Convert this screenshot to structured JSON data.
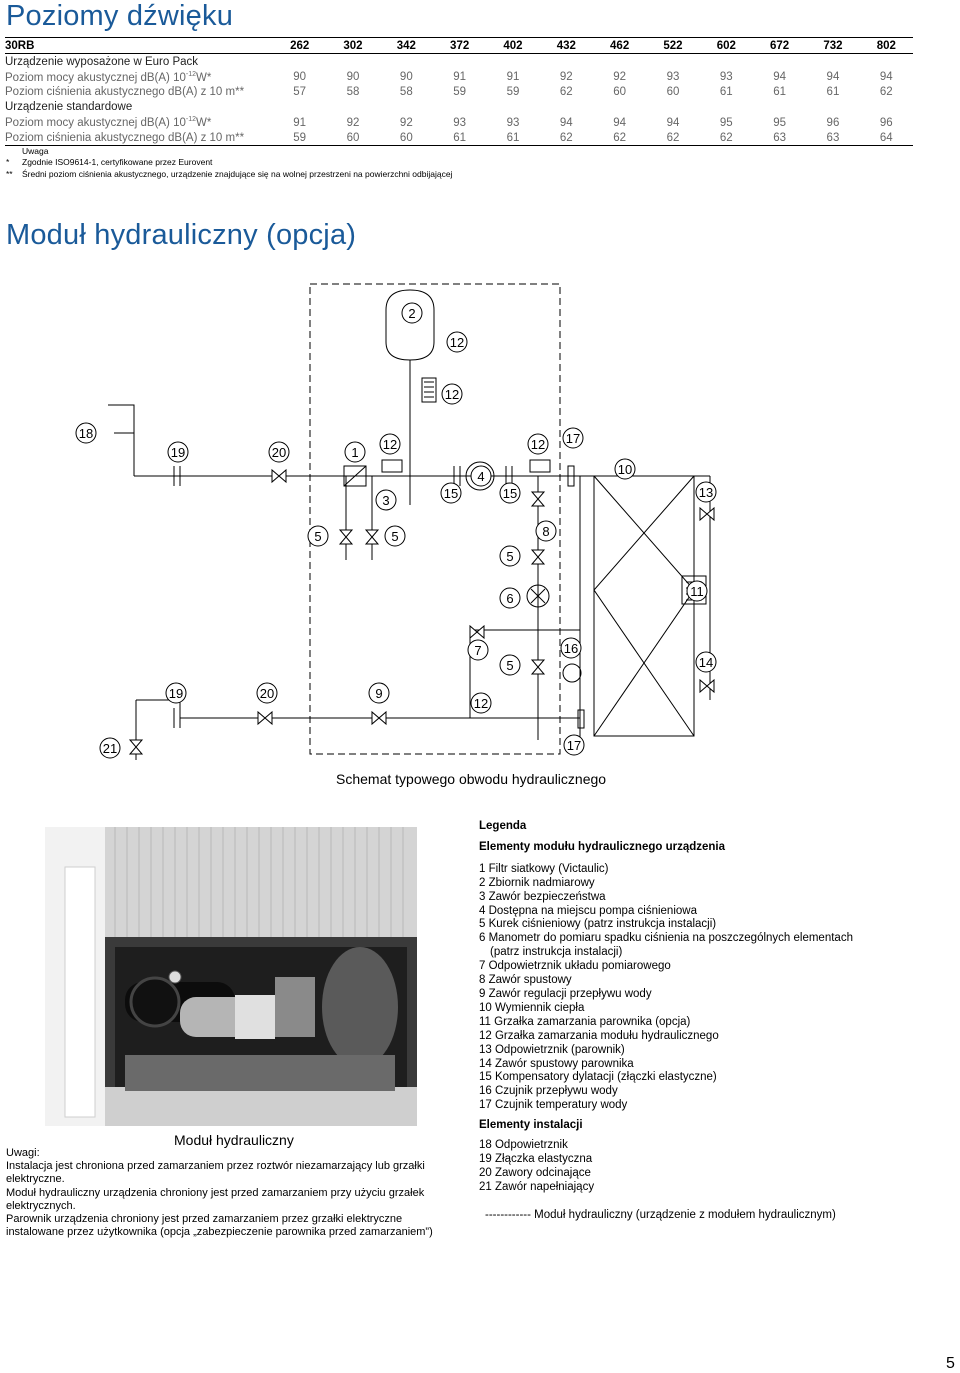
{
  "page": {
    "title": "Poziomy dźwięku",
    "page_number": "5"
  },
  "sound_table": {
    "model_label": "30RB",
    "sizes": [
      "262",
      "302",
      "342",
      "372",
      "402",
      "432",
      "462",
      "522",
      "602",
      "672",
      "732",
      "802"
    ],
    "groups": [
      {
        "name": "Urządzenie wyposażone w Euro Pack",
        "rows": [
          {
            "label": "Poziom mocy akustycznej dB(A) 10",
            "sup": "-12",
            "suffix": "W*",
            "values": [
              "90",
              "90",
              "90",
              "91",
              "91",
              "92",
              "92",
              "93",
              "93",
              "94",
              "94",
              "94"
            ]
          },
          {
            "label": "Poziom ciśnienia akustycznego dB(A) z 10 m**",
            "sup": "",
            "suffix": "",
            "values": [
              "57",
              "58",
              "58",
              "59",
              "59",
              "62",
              "60",
              "60",
              "61",
              "61",
              "61",
              "62"
            ]
          }
        ]
      },
      {
        "name": "Urządzenie standardowe",
        "rows": [
          {
            "label": "Poziom mocy akustycznej dB(A) 10",
            "sup": "-12",
            "suffix": "W*",
            "values": [
              "91",
              "92",
              "92",
              "93",
              "93",
              "94",
              "94",
              "94",
              "95",
              "95",
              "96",
              "96"
            ]
          },
          {
            "label": "Poziom ciśnienia akustycznego dB(A) z 10 m**",
            "sup": "",
            "suffix": "",
            "values": [
              "59",
              "60",
              "60",
              "61",
              "61",
              "62",
              "62",
              "62",
              "62",
              "63",
              "63",
              "64"
            ]
          }
        ]
      }
    ],
    "notes_title": "Uwaga",
    "notes": [
      {
        "mark": "*",
        "text": "Zgodnie ISO9614-1, certyfikowane przez Eurovent"
      },
      {
        "mark": "**",
        "text": "Średni poziom ciśnienia akustycznego, urządzenie znajdujące się na wolnej przestrzeni na powierzchni odbijającej"
      }
    ]
  },
  "hydraulic": {
    "title": "Moduł hydrauliczny (opcja)",
    "diagram_caption": "Schemat typowego obwodu hydraulicznego",
    "diagram_labels": [
      "1",
      "2",
      "3",
      "4",
      "5",
      "6",
      "7",
      "8",
      "9",
      "10",
      "11",
      "12",
      "13",
      "14",
      "15",
      "16",
      "17",
      "18",
      "19",
      "20",
      "21"
    ],
    "photo_caption": "Moduł hydrauliczny",
    "remarks_title": "Uwagi:",
    "remarks": [
      "Instalacja jest chroniona przed zamarzaniem przez roztwór niezamarzający lub grzałki elektryczne.",
      "Moduł hydrauliczny urządzenia chroniony jest przed zamarzaniem przy użyciu grzałek elektrycznych.",
      "Parownik urządzenia chroniony jest przed zamarzaniem przez grzałki elektryczne instalowane przez użytkownika (opcja „zabezpieczenie parownika przed zamarzaniem”)"
    ]
  },
  "legend": {
    "title": "Legenda",
    "module_title": "Elementy modułu hydraulicznego urządzenia",
    "module_items": [
      "1 Filtr siatkowy (Victaulic)",
      "2 Zbiornik nadmiarowy",
      "3 Zawór bezpieczeństwa",
      "4 Dostępna na miejscu pompa ciśnieniowa",
      "5 Kurek ciśnieniowy (patrz instrukcja instalacji)",
      "6 Manometr do pomiaru spadku ciśnienia na poszczególnych elementach",
      "(patrz instrukcja instalacji)",
      "7 Odpowietrznik układu pomiarowego",
      "8 Zawór spustowy",
      "9 Zawór regulacji przepływu wody",
      "10  Wymiennik ciepła",
      "11  Grzałka zamarzania parownika (opcja)",
      "12  Grzałka zamarzania modułu hydraulicznego",
      "13  Odpowietrznik (parownik)",
      "14  Zawór spustowy parownika",
      "15  Kompensatory dylatacji (złączki elastyczne)",
      "16  Czujnik przepływu wody",
      "17  Czujnik temperatury wody"
    ],
    "install_title": "Elementy instalacji",
    "install_items": [
      "18  Odpowietrznik",
      "19  Złączka elastyczna",
      "20  Zawory odcinające",
      "21  Zawór napełniający"
    ],
    "dashed_note": "------------ Moduł hydrauliczny (urządzenie z modułem hydraulicznym)"
  }
}
